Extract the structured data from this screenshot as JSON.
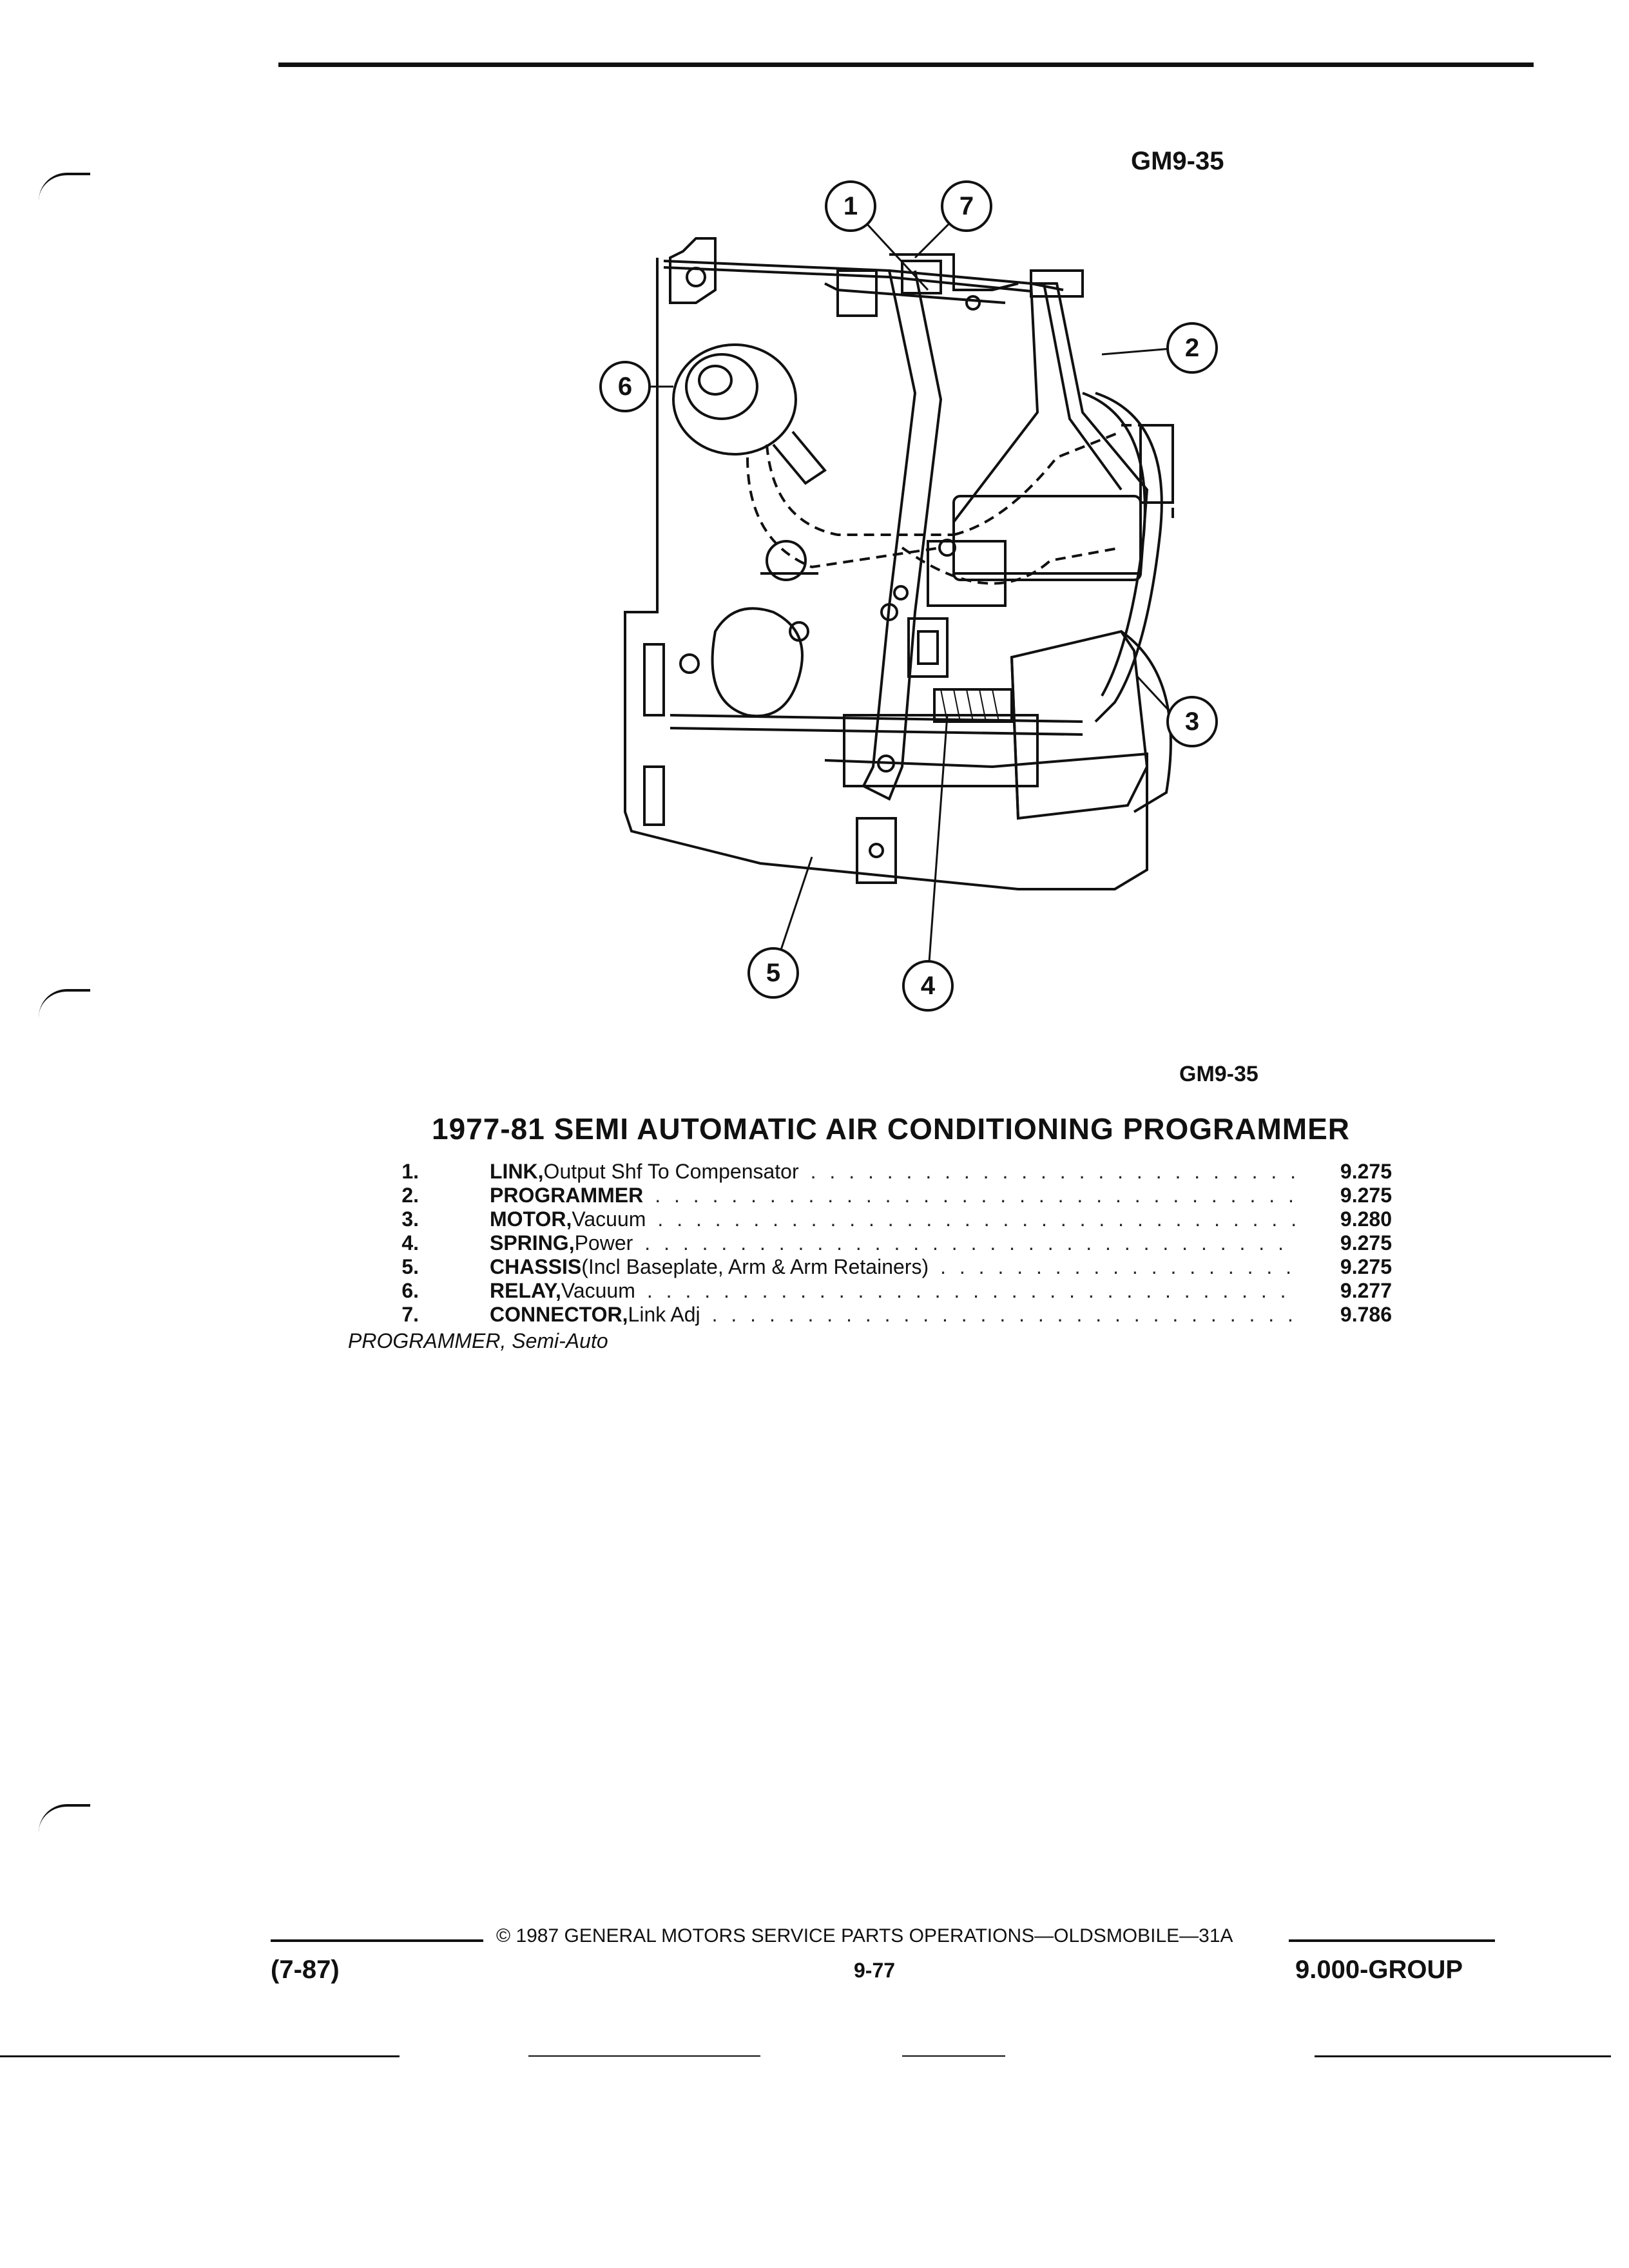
{
  "figure": {
    "code_top": "GM9-35",
    "code_bottom": "GM9-35",
    "callouts": [
      "1",
      "2",
      "3",
      "4",
      "5",
      "6",
      "7"
    ]
  },
  "title": "1977-81 SEMI AUTOMATIC AIR CONDITIONING PROGRAMMER",
  "parts": [
    {
      "num": "1.",
      "name": "LINK,",
      "desc": " Output Shf To Compensator",
      "group": "9.275"
    },
    {
      "num": "2.",
      "name": "PROGRAMMER",
      "desc": "",
      "group": "9.275"
    },
    {
      "num": "3.",
      "name": "MOTOR,",
      "desc": " Vacuum",
      "group": "9.280"
    },
    {
      "num": "4.",
      "name": "SPRING,",
      "desc": " Power",
      "group": "9.275"
    },
    {
      "num": "5.",
      "name": "CHASSIS",
      "desc": " (Incl Baseplate, Arm & Arm Retainers)",
      "group": "9.275"
    },
    {
      "num": "6.",
      "name": "RELAY,",
      "desc": " Vacuum",
      "group": "9.277"
    },
    {
      "num": "7.",
      "name": "CONNECTOR,",
      "desc": " Link Adj",
      "group": "9.786"
    }
  ],
  "sub_note": "PROGRAMMER, Semi-Auto",
  "footer": {
    "date": "(7-87)",
    "copyright": "© 1987 GENERAL MOTORS SERVICE PARTS OPERATIONS—OLDSMOBILE—31A",
    "page": "9-77",
    "group": "9.000-GROUP"
  }
}
